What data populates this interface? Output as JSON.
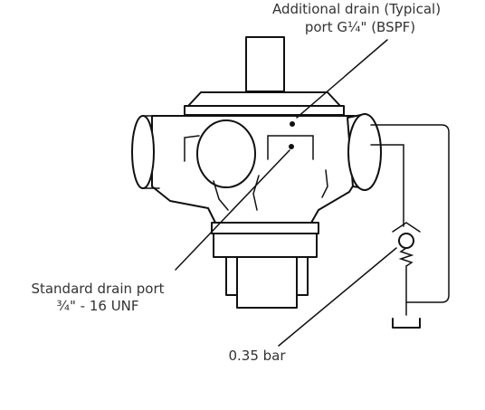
{
  "labels": {
    "additional_drain_line1": "Additional drain (Typical)",
    "additional_drain_line2": "port G¼\" (BSPF)",
    "standard_drain_line1": "Standard drain port",
    "standard_drain_line2": "¾\" - 16 UNF",
    "check_valve_pressure": "0.35 bar"
  },
  "colors": {
    "line": "#111111",
    "text": "#333333",
    "background": "#ffffff"
  }
}
